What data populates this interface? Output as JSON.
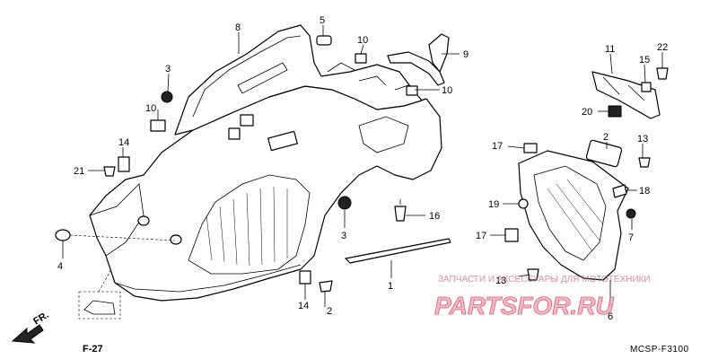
{
  "diagram": {
    "callouts": [
      "8",
      "5",
      "10",
      "9",
      "3",
      "10",
      "14",
      "21",
      "4",
      "3",
      "16",
      "1",
      "14",
      "2",
      "10",
      "11",
      "22",
      "15",
      "20",
      "17",
      "2",
      "13",
      "18",
      "19",
      "17",
      "7",
      "13",
      "6"
    ],
    "fr_label": "FR.",
    "ref_label": "F-27",
    "diagram_code": "MCSP-F3100"
  },
  "watermark": {
    "top_text": "ЗАПЧАСТИ И АКСЕССУАРЫ ДЛЯ МОТОТЕХНИКИ",
    "logo_text": "PARTSFOR.RU"
  }
}
